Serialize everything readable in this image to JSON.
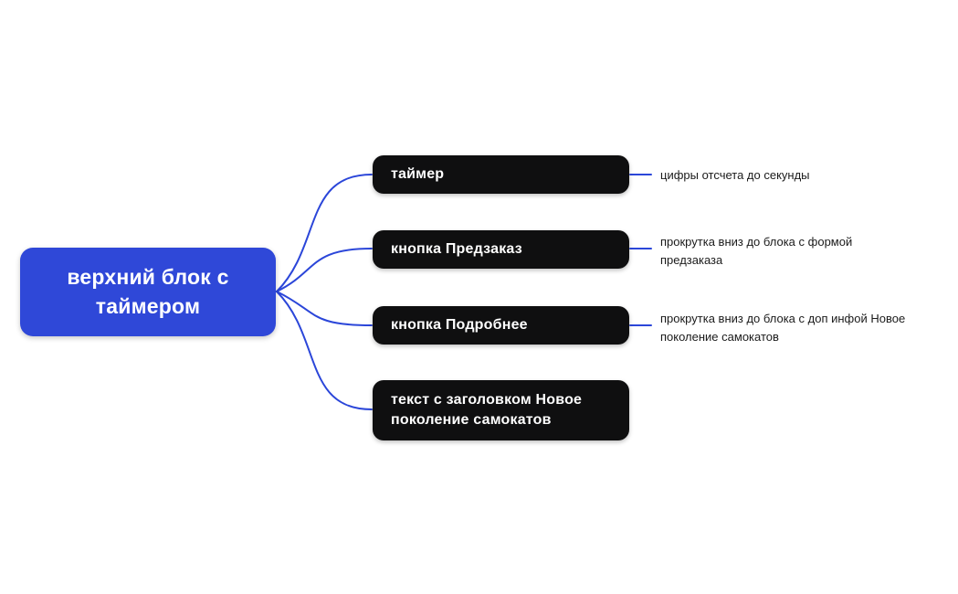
{
  "colors": {
    "canvas_bg": "#ffffff",
    "root_fill": "#2f48d8",
    "node_fill": "#0f0f10",
    "node_text": "#ffffff",
    "connector": "#2b46d9",
    "annotation_text": "#1b1b1b"
  },
  "root": {
    "label": "верхний блок с таймером"
  },
  "nodes": [
    {
      "label": "таймер",
      "annotation": "цифры отсчета до секунды"
    },
    {
      "label": "кнопка Предзаказ",
      "annotation": "прокрутка вниз до блока с формой предзаказа"
    },
    {
      "label": "кнопка Подробнее",
      "annotation": "прокрутка вниз до блока с доп инфой Новое поколение самокатов"
    },
    {
      "label": "текст с заголовком Новое поколение самокатов"
    }
  ]
}
